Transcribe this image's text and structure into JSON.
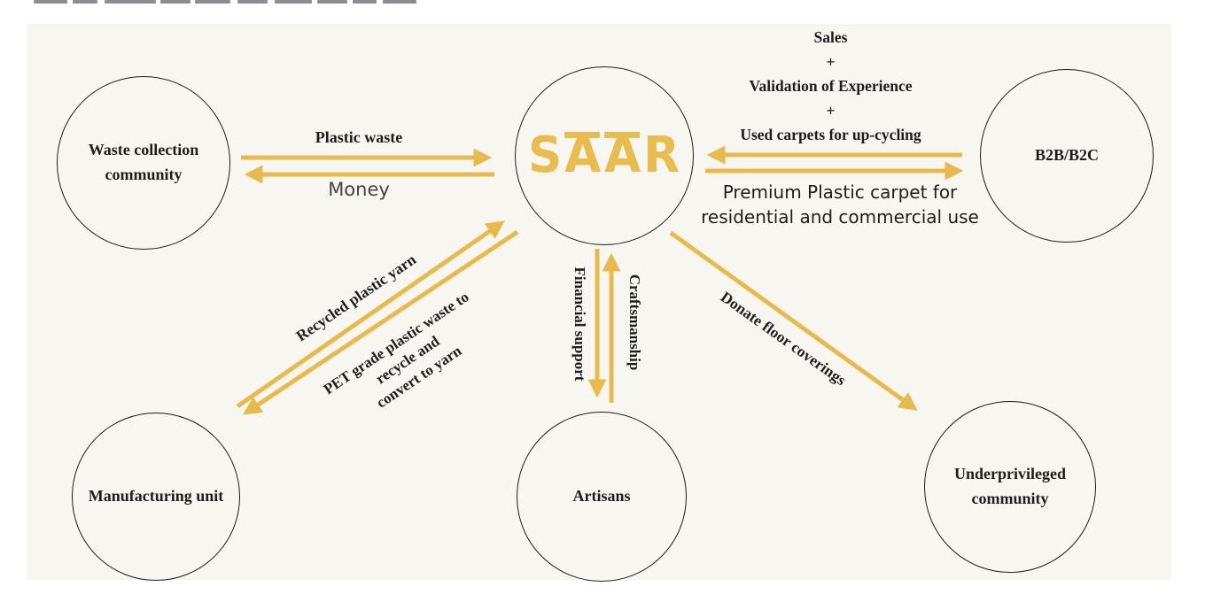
{
  "colors": {
    "accent": "#E7BA4E",
    "ink": "#1d1d1d",
    "panel_bg": "#F8F6F1",
    "page_bg": "#ffffff"
  },
  "logo": {
    "letters": [
      "S",
      "A",
      "A",
      "R"
    ]
  },
  "nodes": {
    "waste": {
      "lines": [
        "Waste collection",
        "community"
      ]
    },
    "b2b": {
      "label": "B2B/B2C"
    },
    "manufacturing": {
      "label": "Manufacturing unit"
    },
    "artisans": {
      "label": "Artisans"
    },
    "underprivileged": {
      "lines": [
        "Underprivileged",
        "community"
      ]
    }
  },
  "flows": {
    "waste_to_saar": {
      "label": "Plastic waste"
    },
    "saar_to_waste": {
      "label": "Money"
    },
    "b2b_to_saar": {
      "lines": [
        "Sales",
        "+",
        "Validation of Experience",
        "+",
        "Used carpets for up-cycling"
      ]
    },
    "saar_to_b2b": {
      "label": "Premium Plastic carpet for residential and commercial use"
    },
    "manufacturing_to_saar": {
      "label": "Recycled plastic yarn"
    },
    "saar_to_manufacturing": {
      "lines": [
        "PET grade plastic waste to",
        "recycle and",
        "convert to yarn"
      ]
    },
    "saar_to_artisans": {
      "label": "Financial support"
    },
    "artisans_to_saar": {
      "label": "Craftsmanship"
    },
    "saar_to_underprivileged": {
      "label": "Donate floor coverings"
    }
  }
}
